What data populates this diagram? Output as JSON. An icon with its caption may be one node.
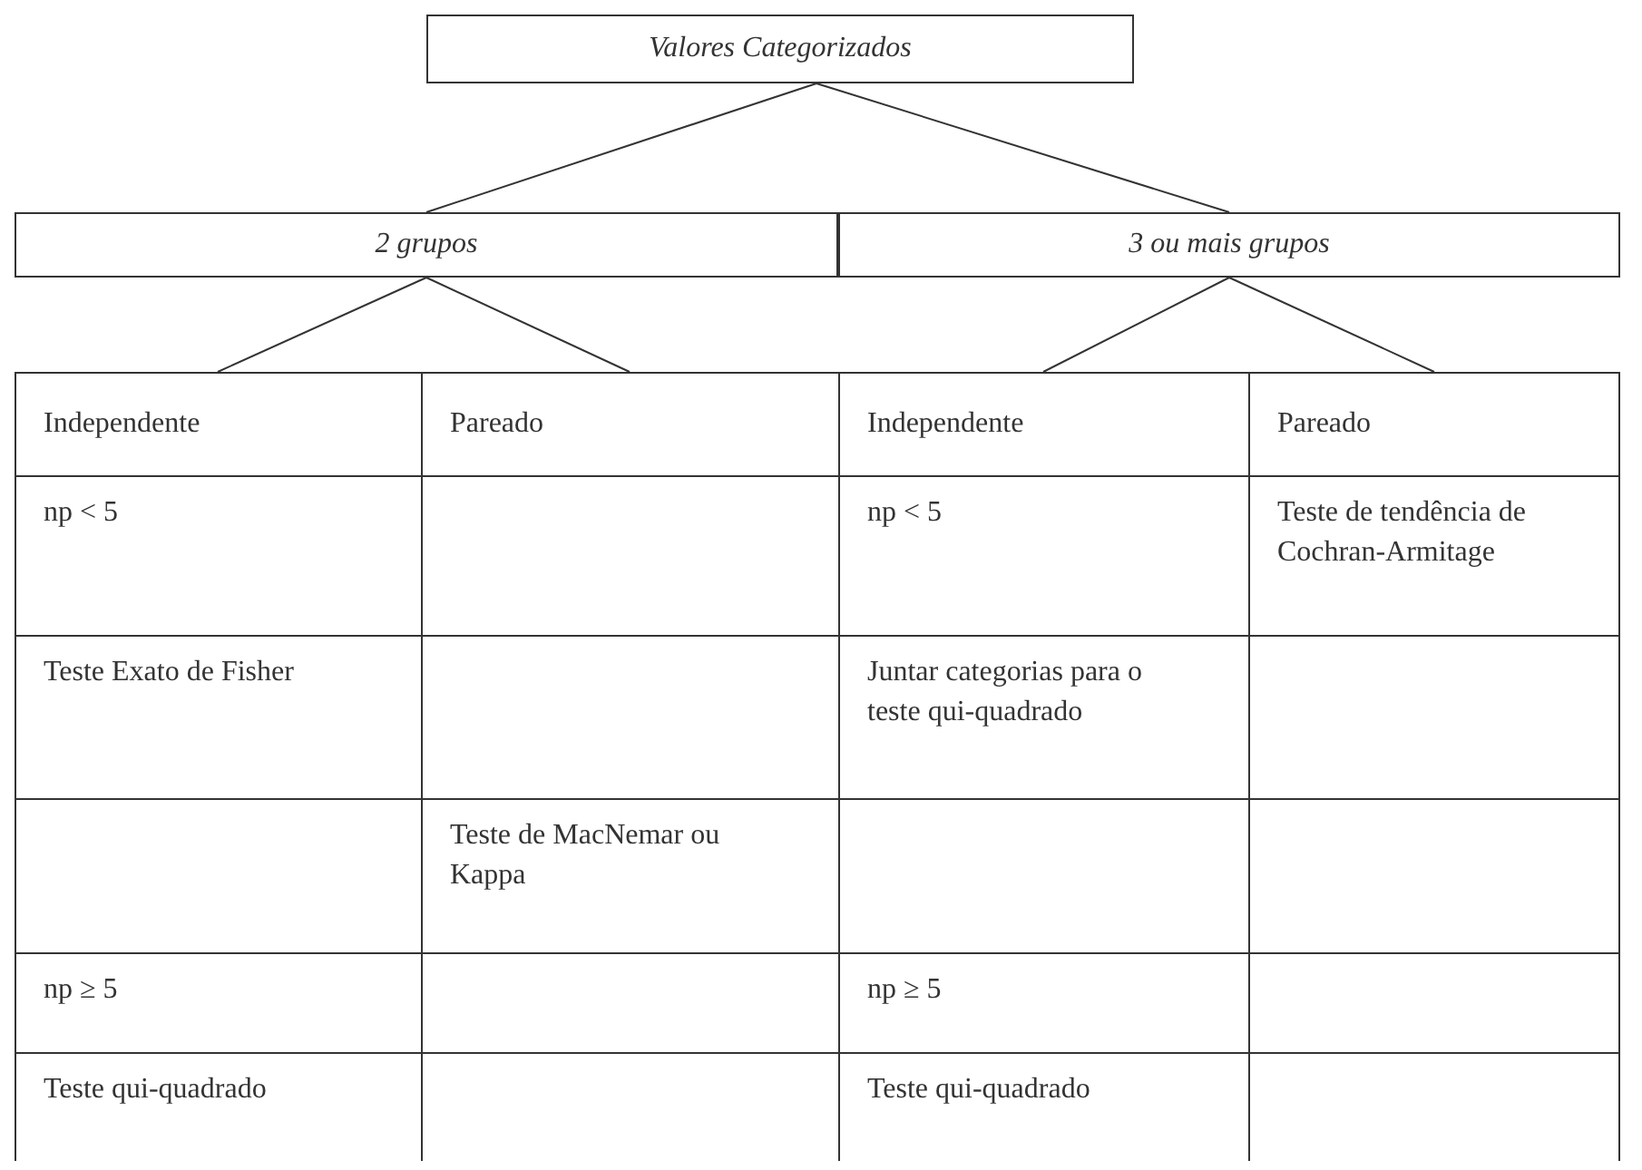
{
  "diagram": {
    "nodes": [
      {
        "text": [
          "Valores Categorizados"
        ]
      },
      {
        "text": [
          "2 grupos"
        ]
      },
      {
        "text": [
          "3 ou mais grupos"
        ]
      },
      {
        "text": [
          "Independente"
        ]
      },
      {
        "text": [
          "Pareado"
        ]
      },
      {
        "text": [
          "Independente"
        ]
      },
      {
        "text": [
          "Pareado"
        ]
      }
    ],
    "edges": [
      {
        "from": 0,
        "to": 1,
        "arrow": "none"
      },
      {
        "from": 0,
        "to": 2,
        "arrow": "none"
      },
      {
        "from": 1,
        "to": 3,
        "arrow": "none"
      },
      {
        "from": 1,
        "to": 4,
        "arrow": "none"
      },
      {
        "from": 2,
        "to": 5,
        "arrow": "none"
      },
      {
        "from": 2,
        "to": 6,
        "arrow": "none"
      }
    ],
    "labels": [
      "np < 5",
      "np < 5",
      "Teste de tendência de Cochran-Armitage",
      "Teste Exato de Fisher",
      "Juntar categorias para o teste qui-quadrado",
      "Teste de MacNemar ou Kappa",
      "np ≥ 5",
      "np ≥ 5",
      "Teste qui-quadrado",
      "Teste qui-quadrado"
    ]
  }
}
